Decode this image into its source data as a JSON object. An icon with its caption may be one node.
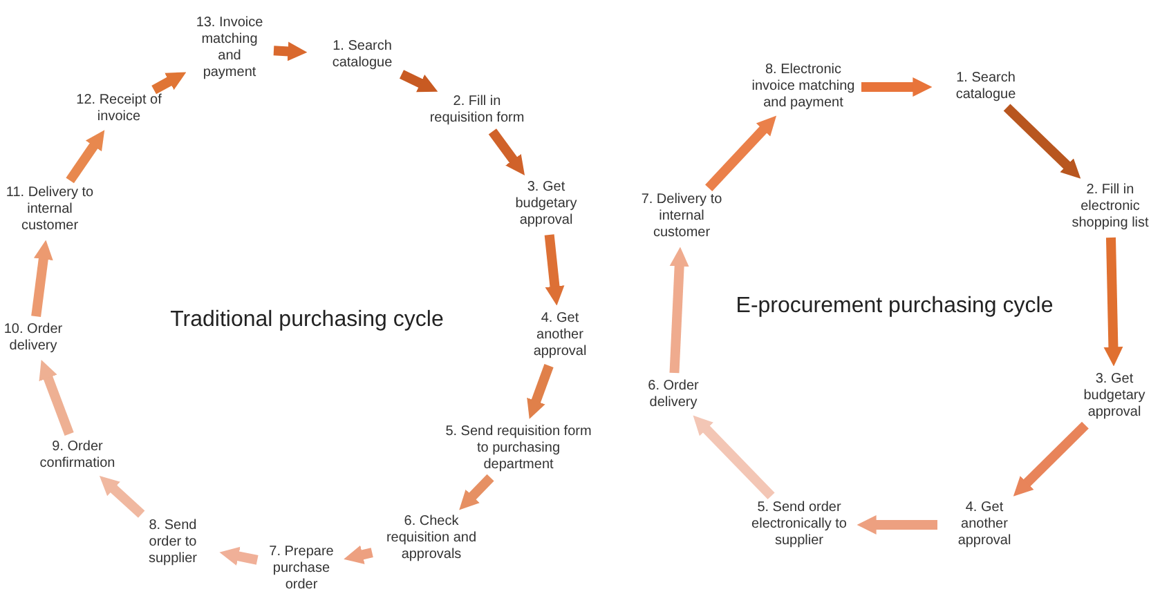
{
  "diagram": {
    "nodes": [
      {
        "text": [
          "1. Search catalogue"
        ]
      },
      {
        "text": [
          "2. Fill in requisition form"
        ]
      },
      {
        "text": [
          "3. Get budgetary approval"
        ]
      },
      {
        "text": [
          "4. Get another approval"
        ]
      },
      {
        "text": [
          "5. Send requisition form to purchasing department"
        ]
      },
      {
        "text": [
          "6. Check requisition and approvals"
        ]
      },
      {
        "text": [
          "7. Prepare purchase order"
        ]
      },
      {
        "text": [
          "8. Send order to supplier"
        ]
      },
      {
        "text": [
          "9. Order confirmation"
        ]
      },
      {
        "text": [
          "10. Order delivery"
        ]
      },
      {
        "text": [
          "11. Delivery to internal customer"
        ]
      },
      {
        "text": [
          "12. Receipt of invoice"
        ]
      },
      {
        "text": [
          "13. Invoice matching and payment"
        ]
      },
      {
        "text": [
          "1. Search catalogue"
        ]
      },
      {
        "text": [
          "2. Fill in electronic shopping list"
        ]
      },
      {
        "text": [
          "3. Get budgetary approval"
        ]
      },
      {
        "text": [
          "4. Get another approval"
        ]
      },
      {
        "text": [
          "5. Send order electronically to supplier"
        ]
      },
      {
        "text": [
          "6. Order delivery"
        ]
      },
      {
        "text": [
          "7. Delivery to internal customer"
        ]
      },
      {
        "text": [
          "8. Electronic invoice matching and payment"
        ]
      }
    ],
    "edges": [
      {
        "from": 12,
        "to": 0,
        "arrow": "to",
        "color": "#d9692e"
      },
      {
        "from": 0,
        "to": 1,
        "arrow": "to",
        "color": "#c85a22"
      },
      {
        "from": 1,
        "to": 2,
        "arrow": "to",
        "color": "#d0622a"
      },
      {
        "from": 2,
        "to": 3,
        "arrow": "to",
        "color": "#dd7035"
      },
      {
        "from": 3,
        "to": 4,
        "arrow": "to",
        "color": "#e0804a"
      },
      {
        "from": 4,
        "to": 5,
        "arrow": "to",
        "color": "#e69063"
      },
      {
        "from": 5,
        "to": 6,
        "arrow": "to",
        "color": "#eda080"
      },
      {
        "from": 6,
        "to": 7,
        "arrow": "to",
        "color": "#f0b098"
      },
      {
        "from": 7,
        "to": 8,
        "arrow": "to",
        "color": "#f0b8a0"
      },
      {
        "from": 8,
        "to": 9,
        "arrow": "to",
        "color": "#eeb093"
      },
      {
        "from": 9,
        "to": 10,
        "arrow": "to",
        "color": "#ec9a70"
      },
      {
        "from": 10,
        "to": 11,
        "arrow": "to",
        "color": "#e8884e"
      },
      {
        "from": 11,
        "to": 12,
        "arrow": "to",
        "color": "#e07535"
      },
      {
        "from": 20,
        "to": 13,
        "arrow": "to",
        "color": "#e8743a"
      },
      {
        "from": 13,
        "to": 14,
        "arrow": "to",
        "color": "#b8561f"
      },
      {
        "from": 14,
        "to": 15,
        "arrow": "to",
        "color": "#e07030"
      },
      {
        "from": 15,
        "to": 16,
        "arrow": "to",
        "color": "#e8845a"
      },
      {
        "from": 16,
        "to": 17,
        "arrow": "to",
        "color": "#eda080"
      },
      {
        "from": 17,
        "to": 18,
        "arrow": "to",
        "color": "#f3c6b5"
      },
      {
        "from": 18,
        "to": 19,
        "arrow": "to",
        "color": "#efab8e"
      },
      {
        "from": 19,
        "to": 20,
        "arrow": "to",
        "color": "#ea804a"
      }
    ],
    "labels": [
      "Traditional purchasing cycle",
      "E-procurement purchasing cycle"
    ]
  }
}
